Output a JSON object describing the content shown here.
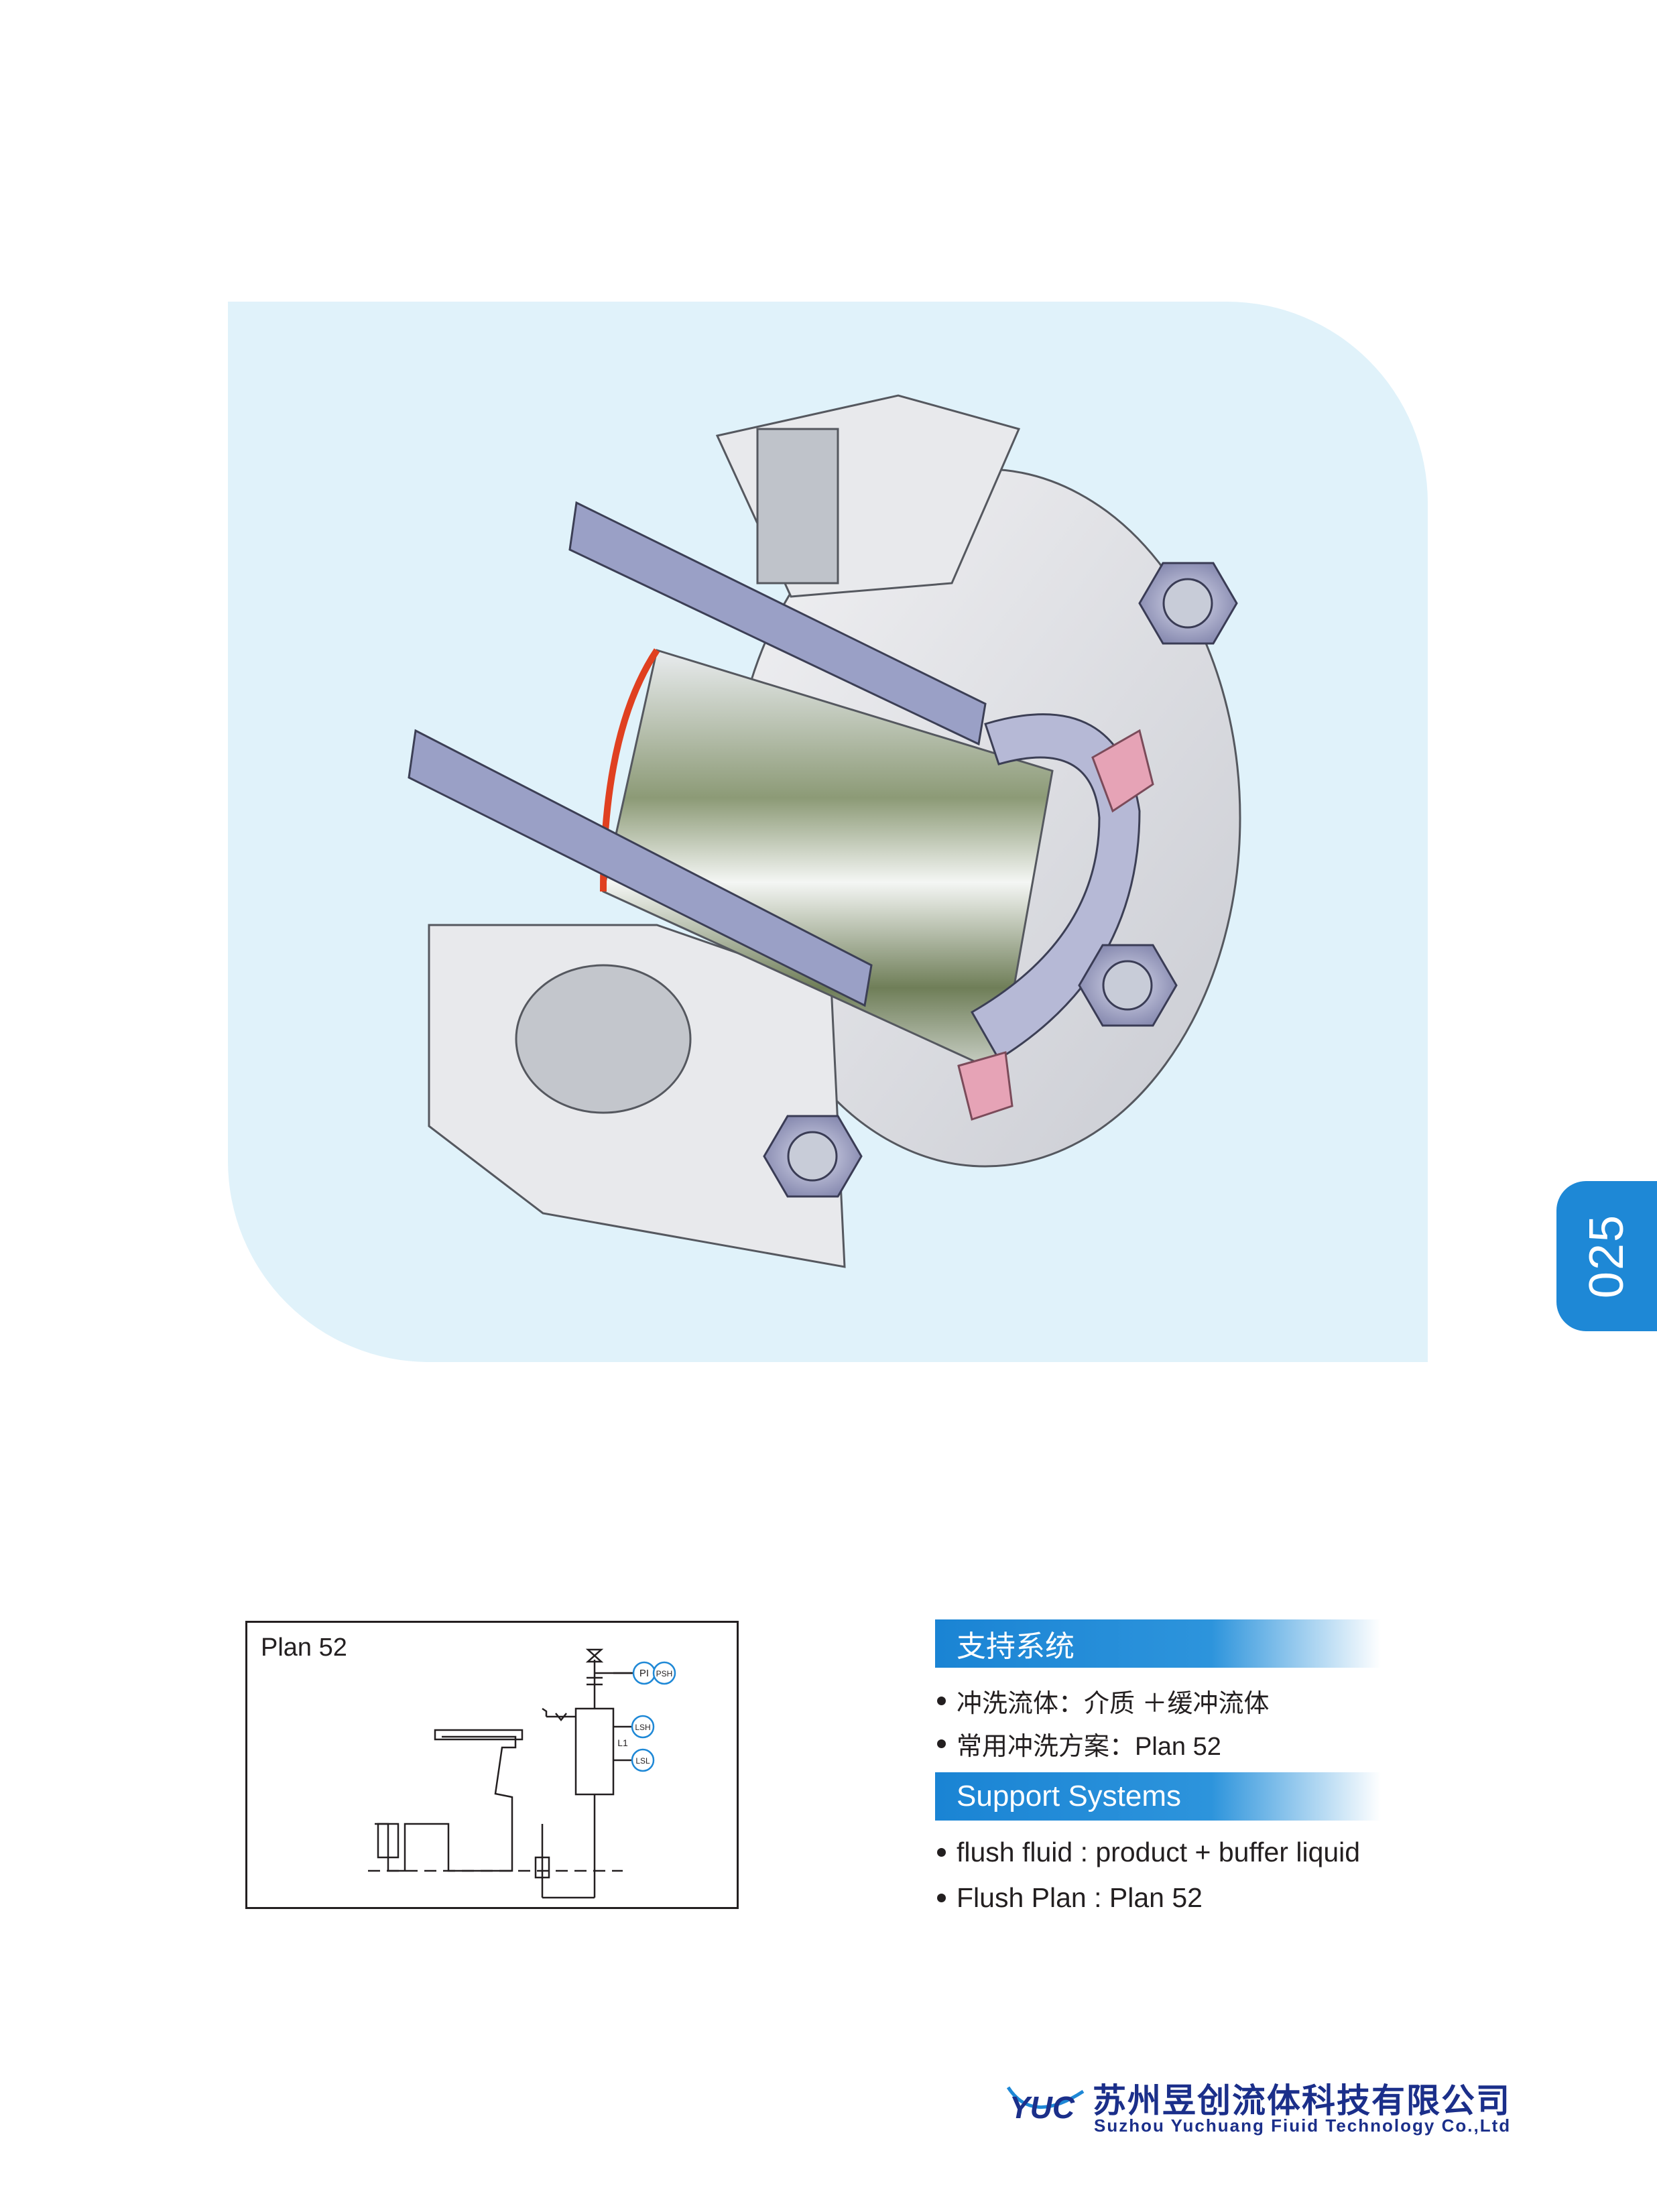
{
  "page_number": "025",
  "plan_diagram": {
    "title": "Plan 52",
    "labels": {
      "pi": "PI",
      "psh": "PSH",
      "lsh": "LSH",
      "lsl": "LSL",
      "l1": "L1"
    }
  },
  "support_cn": {
    "header": "支持系统",
    "items": [
      "冲洗流体：介质 ＋缓冲流体",
      "常用冲洗方案：Plan 52"
    ]
  },
  "support_en": {
    "header": "Support Systems",
    "items": [
      "flush fluid :  product + buffer liquid",
      "Flush Plan : Plan  52"
    ]
  },
  "company": {
    "logo_text": "YUC",
    "name_cn": "苏州昱创流体科技有限公司",
    "name_en": "Suzhou Yuchuang Fiuid Technology Co.,Ltd"
  },
  "colors": {
    "accent": "#1e88d6",
    "panel": "#e0f2fa",
    "brand": "#1b2f8a"
  }
}
